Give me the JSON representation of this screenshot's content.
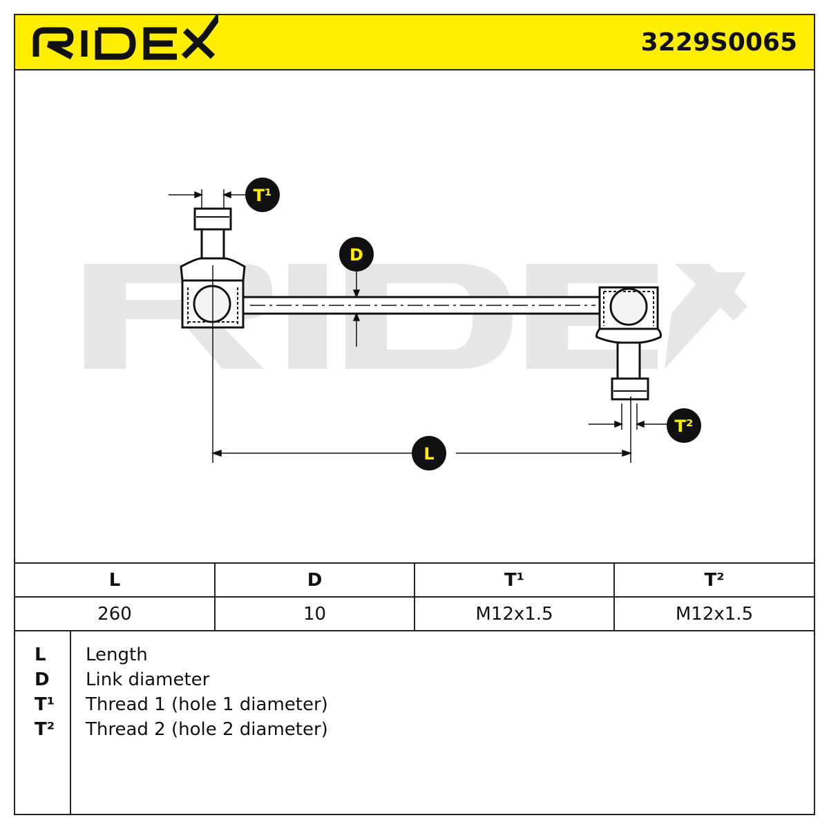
{
  "header": {
    "brand": "RIDEX",
    "part_number": "3229S0065",
    "background_color": "#ffee00"
  },
  "drawing": {
    "watermark": "RIDEX",
    "labels": {
      "t1": "T¹",
      "t2": "T²",
      "d": "D",
      "l": "L"
    }
  },
  "spec_table": {
    "headers": [
      "L",
      "D",
      "T¹",
      "T²"
    ],
    "values": [
      "260",
      "10",
      "M12x1.5",
      "M12x1.5"
    ]
  },
  "legend": [
    {
      "key": "L",
      "description": "Length"
    },
    {
      "key": "D",
      "description": "Link diameter"
    },
    {
      "key": "T¹",
      "description": "Thread 1 (hole 1 diameter)"
    },
    {
      "key": "T²",
      "description": "Thread 2 (hole 2 diameter)"
    }
  ]
}
